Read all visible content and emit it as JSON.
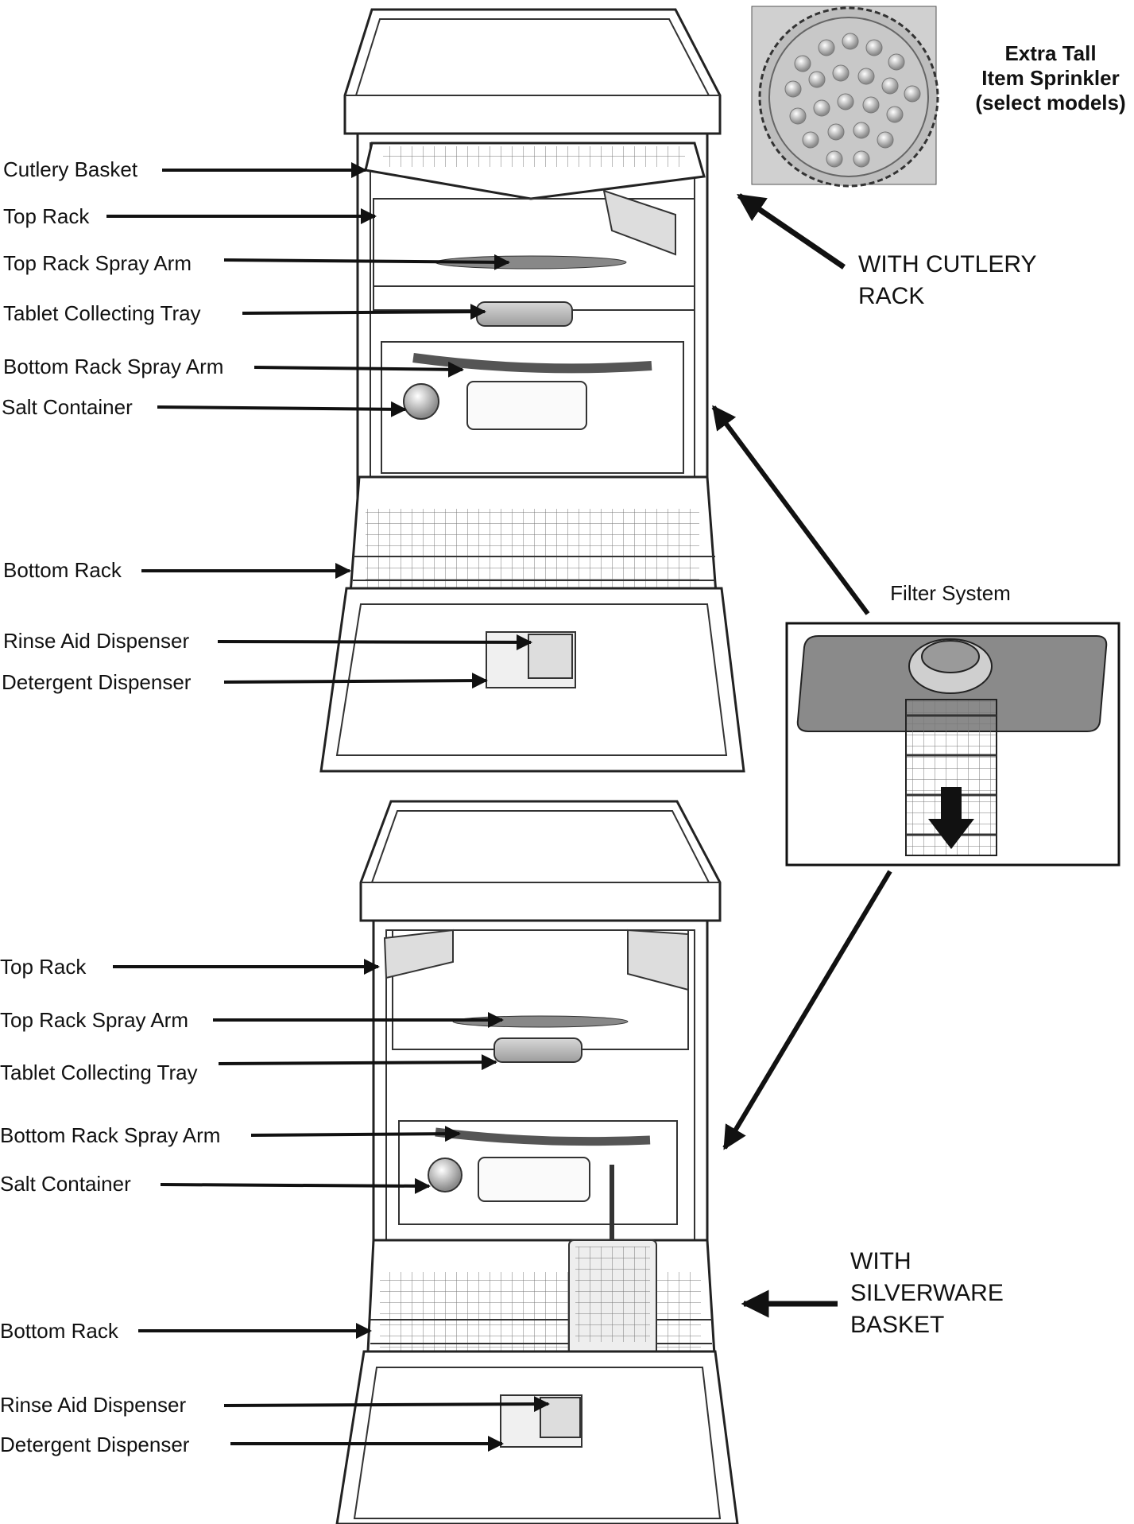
{
  "callouts_top": {
    "cutlery_basket": "Cutlery Basket",
    "top_rack": "Top Rack",
    "top_rack_spray_arm": "Top Rack Spray Arm",
    "tablet_collecting_tray": "Tablet Collecting Tray",
    "bottom_rack_spray_arm": "Bottom Rack Spray Arm",
    "salt_container": "Salt Container",
    "bottom_rack": "Bottom Rack",
    "rinse_aid_dispenser": "Rinse Aid Dispenser",
    "detergent_dispenser": "Detergent Dispenser"
  },
  "callouts_bottom": {
    "top_rack": "Top Rack",
    "top_rack_spray_arm": "Top Rack Spray Arm",
    "tablet_collecting_tray": "Tablet Collecting Tray",
    "bottom_rack_spray_arm": "Bottom Rack Spray Arm",
    "salt_container": "Salt Container",
    "bottom_rack": "Bottom Rack",
    "rinse_aid_dispenser": "Rinse Aid Dispenser",
    "detergent_dispenser": "Detergent Dispenser"
  },
  "sprinkler": {
    "line1": "Extra Tall",
    "line2": "Item Sprinkler",
    "line3": "(select models)"
  },
  "variant_top": {
    "line1": "WITH CUTLERY",
    "line2": "RACK"
  },
  "variant_bottom": {
    "line1": "WITH",
    "line2": "SILVERWARE",
    "line3": "BASKET"
  },
  "filter": {
    "label": "Filter System"
  }
}
